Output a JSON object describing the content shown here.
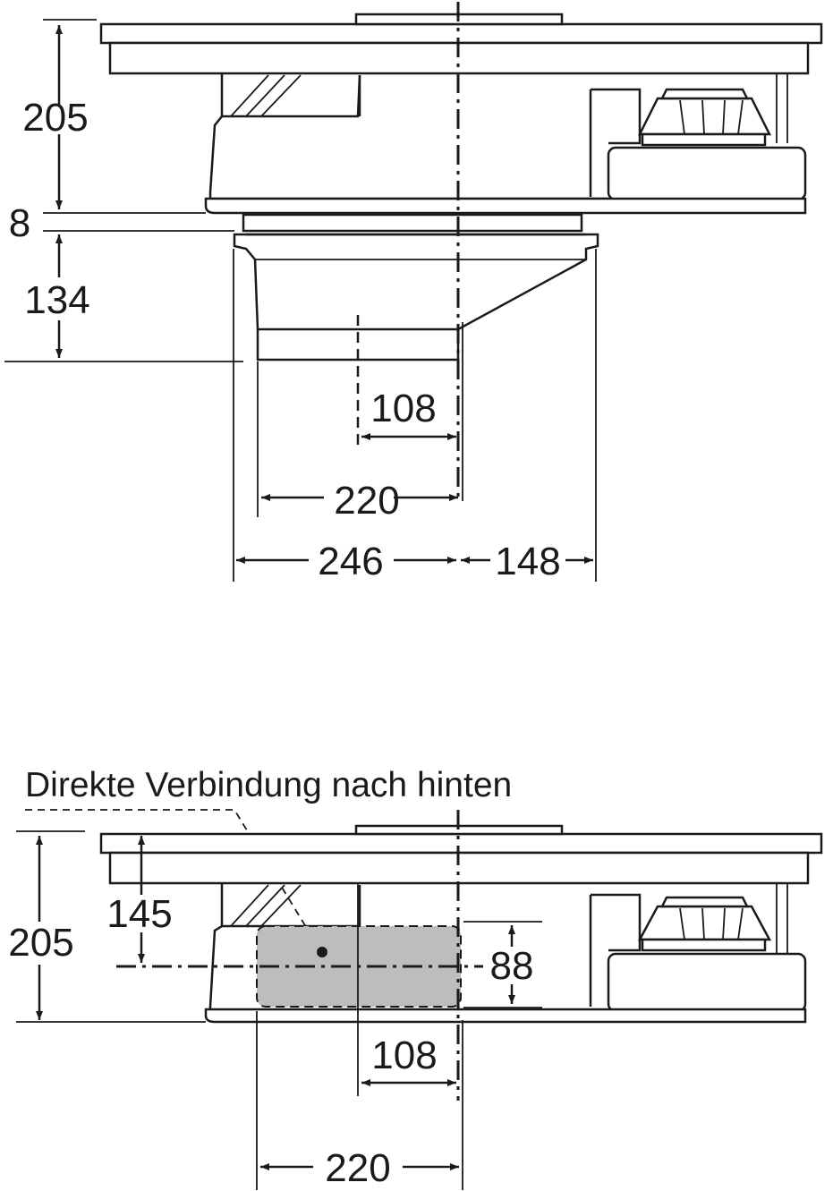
{
  "top_view": {
    "dim_height_total": "205",
    "dim_gap": "8",
    "dim_height_lower": "134",
    "dim_outlet_offset": "108",
    "dim_outlet_width": "220",
    "dim_left": "246",
    "dim_right": "148"
  },
  "bottom_view": {
    "caption": "Direkte Verbindung nach hinten",
    "dim_center_height": "145",
    "dim_height_total": "205",
    "dim_outlet_height": "88",
    "dim_outlet_offset": "108",
    "dim_outlet_width": "220"
  },
  "colors": {
    "line": "#1a1a1a",
    "outlet_fill": "#bdbdbd",
    "background": "#ffffff"
  }
}
